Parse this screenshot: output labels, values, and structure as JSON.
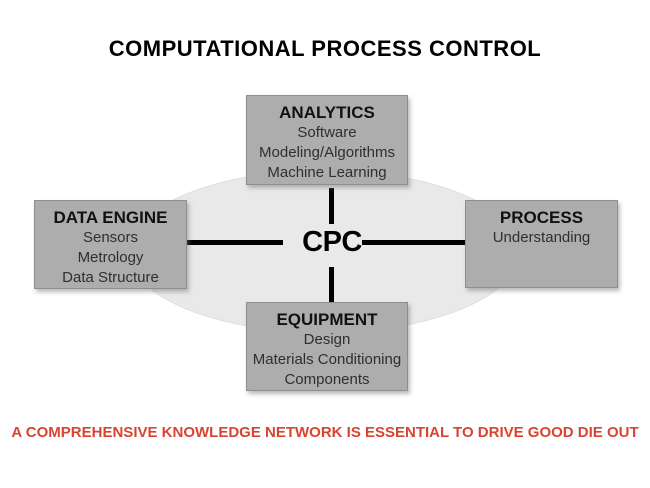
{
  "title": "COMPUTATIONAL PROCESS CONTROL",
  "center": {
    "label": "CPC"
  },
  "boxes": {
    "analytics": {
      "title": "ANALYTICS",
      "items": [
        "Software",
        "Modeling/Algorithms",
        "Machine Learning"
      ]
    },
    "data_engine": {
      "title": "DATA ENGINE",
      "items": [
        "Sensors",
        "Metrology",
        "Data Structure"
      ]
    },
    "process": {
      "title": "PROCESS",
      "items": [
        "Understanding"
      ]
    },
    "equipment": {
      "title": "EQUIPMENT",
      "items": [
        "Design",
        "Materials Conditioning",
        "Components"
      ]
    }
  },
  "footer": {
    "text": "A COMPREHENSIVE KNOWLEDGE NETWORK IS ESSENTIAL TO DRIVE GOOD DIE OUT"
  },
  "colors": {
    "title_text": "#000000",
    "box_fill": "#adadad",
    "box_border": "#8f8f8f",
    "box_title_text": "#111111",
    "box_body_text": "#2f2f2f",
    "ellipse_fill": "#e9e9e9",
    "connector": "#000000",
    "footer_text": "#d94430",
    "background": "#ffffff"
  }
}
